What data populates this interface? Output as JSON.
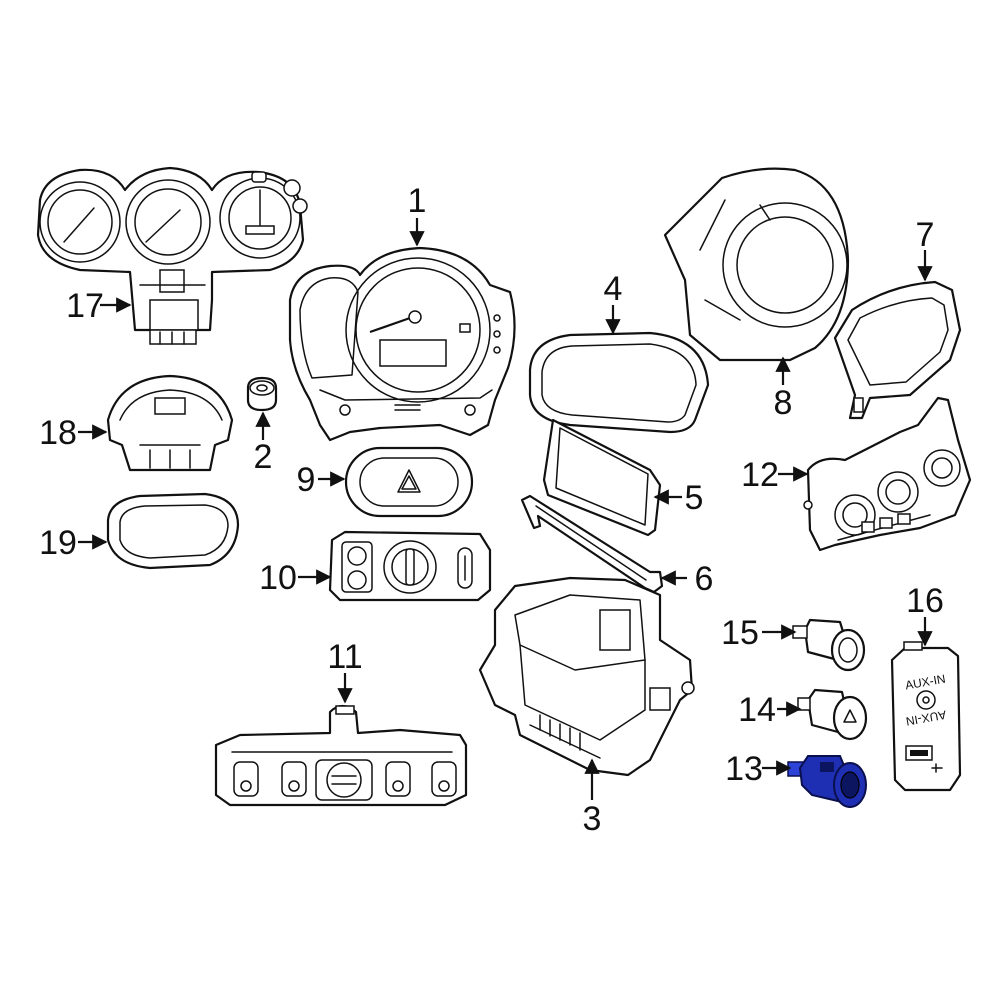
{
  "diagram": {
    "accent_color": "#1e2fb4",
    "highlighted_part": "13",
    "callouts": [
      {
        "id": "1",
        "label": "1"
      },
      {
        "id": "2",
        "label": "2"
      },
      {
        "id": "3",
        "label": "3"
      },
      {
        "id": "4",
        "label": "4"
      },
      {
        "id": "5",
        "label": "5"
      },
      {
        "id": "6",
        "label": "6"
      },
      {
        "id": "7",
        "label": "7"
      },
      {
        "id": "8",
        "label": "8"
      },
      {
        "id": "9",
        "label": "9"
      },
      {
        "id": "10",
        "label": "10"
      },
      {
        "id": "11",
        "label": "11"
      },
      {
        "id": "12",
        "label": "12"
      },
      {
        "id": "13",
        "label": "13"
      },
      {
        "id": "14",
        "label": "14"
      },
      {
        "id": "15",
        "label": "15"
      },
      {
        "id": "16",
        "label": "16"
      },
      {
        "id": "17",
        "label": "17"
      },
      {
        "id": "18",
        "label": "18"
      },
      {
        "id": "19",
        "label": "19"
      }
    ],
    "part_text": {
      "aux_in_top": "AUX-IN",
      "aux_in_bottom": "AUX-IN"
    }
  }
}
